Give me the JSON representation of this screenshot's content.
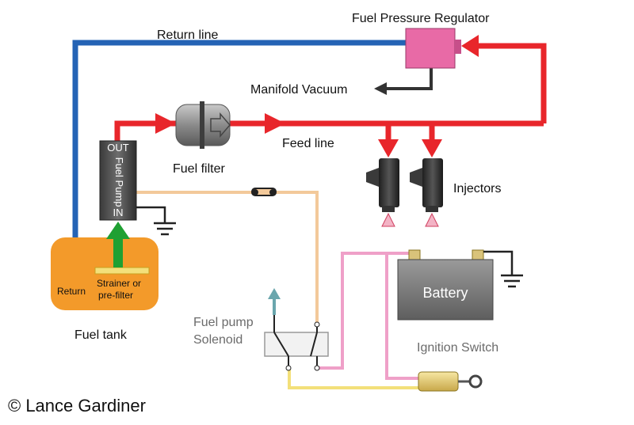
{
  "labels": {
    "regulator": "Fuel Pressure Regulator",
    "return_line": "Return line",
    "manifold_vacuum": "Manifold Vacuum",
    "feed_line": "Feed line",
    "fuel_filter": "Fuel filter",
    "injectors": "Injectors",
    "pump_out": "OUT",
    "pump_in": "IN",
    "pump_name": "Fuel Pump",
    "tank_return": "Return",
    "strainer_line1": "Strainer or",
    "strainer_line2": "pre-filter",
    "fuel_tank": "Fuel tank",
    "battery": "Battery",
    "solenoid_line1": "Fuel pump",
    "solenoid_line2": "Solenoid",
    "ignition_switch": "Ignition Switch",
    "copyright": "© Lance Gardiner"
  },
  "colors": {
    "return_line": "#2463b5",
    "feed_line": "#e8262b",
    "intake": "#1fa032",
    "regulator": "#e86aa6",
    "tank": "#f39a2a",
    "pump_wire": "#f3c99a",
    "ignition_wire": "#efa0c8",
    "switch_wire": "#f3e07a",
    "vacuum_arrow": "#333333",
    "solenoid_arrow": "#6aa6ad"
  },
  "icons": {
    "ground": "ground-symbol-icon",
    "injector_spray": "spray-triangle-icon",
    "filter": "fuel-filter-icon"
  }
}
